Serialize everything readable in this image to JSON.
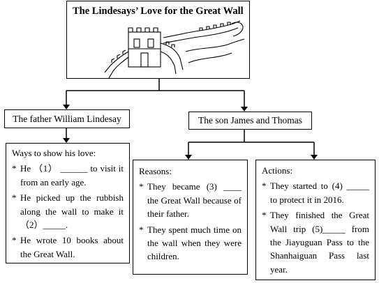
{
  "title": "The Lindesays’ Love for the Great Wall",
  "father_label": "The father William Lindesay",
  "son_label": "The son James and Thomas",
  "father_box": {
    "heading": "Ways to show his love:",
    "items": [
      "He  （1） ______ to visit it from an early age.",
      "He picked up the rubbish along the wall to make it （2）_____.",
      "He wrote 10 books about the Great Wall."
    ]
  },
  "reasons_box": {
    "heading": "Reasons:",
    "items": [
      "They became (3) ____ the Great Wall because of their father.",
      "They spent much time on the wall when they were children."
    ]
  },
  "actions_box": {
    "heading": "Actions:",
    "items": [
      "They started to (4) _____ to protect it in 2016.",
      "They finished the Great Wall trip (5)_____ from the Jiayuguan Pass to the Shanhaiguan Pass last year."
    ]
  },
  "image": {
    "icon": "great-wall-illustration"
  }
}
